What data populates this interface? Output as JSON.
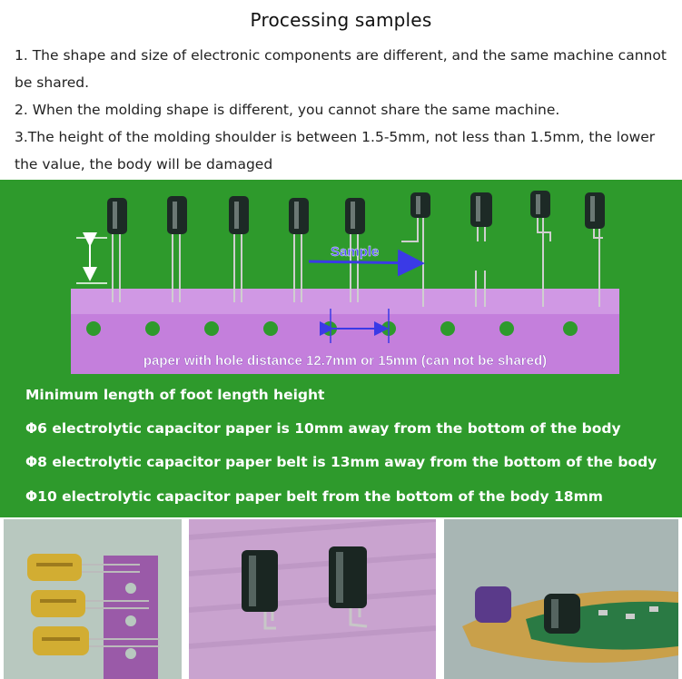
{
  "title": "Processing samples",
  "notes": [
    "1. The shape and size of electronic components are different, and the same machine cannot be shared.",
    "2. When the molding shape is different, you cannot share the same machine.",
    "3.The height of the molding shoulder is between 1.5-5mm, not less than 1.5mm, the lower the value, the body will be damaged"
  ],
  "diagram": {
    "sample_label": "Sample",
    "paper_label": "paper with hole distance 12.7mm or 15mm (can not be shared)"
  },
  "info_lines": [
    "Minimum length of foot length height",
    "Φ6 electrolytic capacitor paper is 10mm away from the bottom of the body",
    "Φ8 electrolytic capacitor paper belt is 13mm away from the bottom of the body",
    "Φ10 electrolytic capacitor paper belt from the bottom of the body 18mm"
  ],
  "colors": {
    "background": "#2e9a2c",
    "tape": "#c47fdc",
    "capacitor": "#1d2a26",
    "arrow": "#3a3ae6",
    "text_white": "#ffffff"
  }
}
